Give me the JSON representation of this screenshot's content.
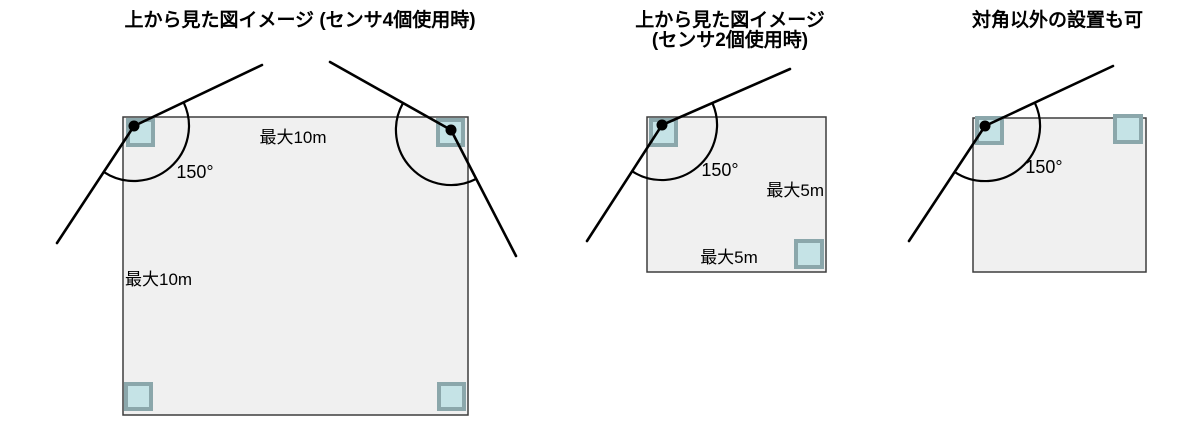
{
  "colors": {
    "background": "#ffffff",
    "room_fill": "#f0f0f0",
    "room_border": "#3d3d3d",
    "sensor_fill": "#c5e3e6",
    "sensor_border": "#8ba7ab",
    "line_color": "#000000",
    "text_color": "#000000"
  },
  "diagrams": [
    {
      "title": "上から見た図イメージ (センサ4個使用時)",
      "angle_label": "150°",
      "top_distance_label": "最大10m",
      "left_distance_label": "最大10m"
    },
    {
      "title_line1": "上から見た図イメージ",
      "title_line2": "(センサ2個使用時)",
      "angle_label": "150°",
      "right_distance_label": "最大5m",
      "bottom_distance_label": "最大5m"
    },
    {
      "title": "対角以外の設置も可",
      "angle_label": "150°"
    }
  ]
}
